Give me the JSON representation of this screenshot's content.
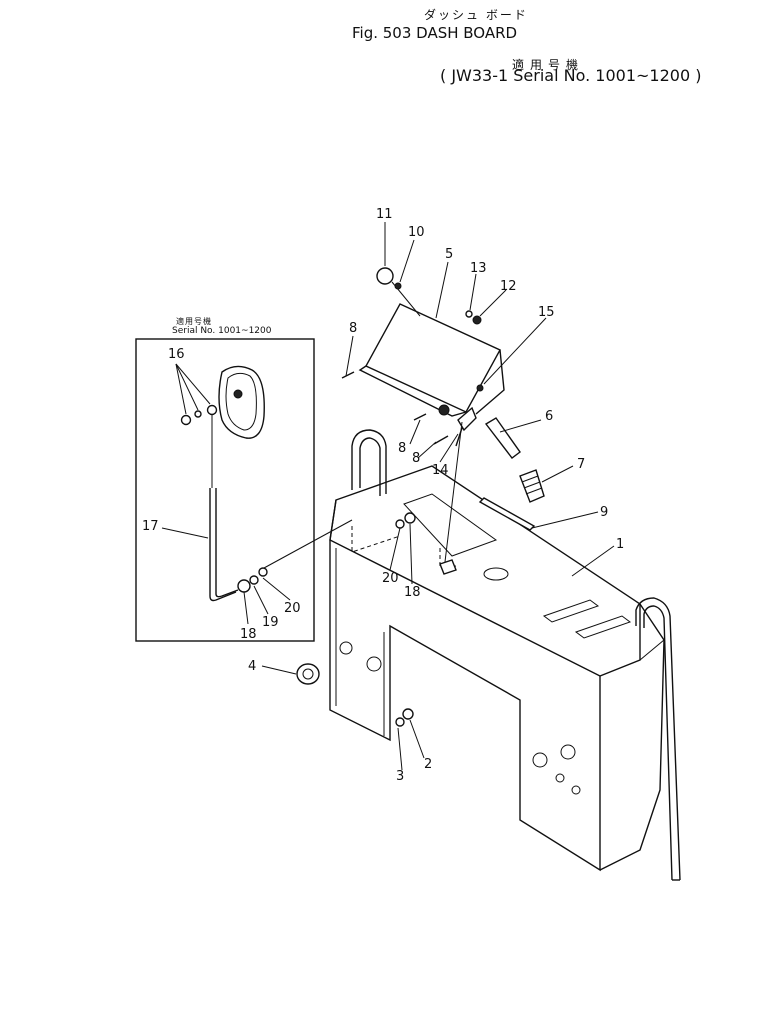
{
  "header": {
    "title_jp": "ダッシュ ボード",
    "title": "Fig. 503 DASH BOARD",
    "serial_jp": "適用号機",
    "serial": "( JW33-1 Serial No. 1001~1200 )"
  },
  "inset": {
    "serial_jp": "適用号機",
    "serial": "Serial No. 1001~1200"
  },
  "callouts": {
    "c1": "1",
    "c2": "2",
    "c3": "3",
    "c4": "4",
    "c5": "5",
    "c6": "6",
    "c7": "7",
    "c8a": "8",
    "c8b": "8",
    "c8c": "8",
    "c9": "9",
    "c10": "10",
    "c11": "11",
    "c12": "12",
    "c13": "13",
    "c14": "14",
    "c15": "15",
    "c16": "16",
    "c17": "17",
    "c18a": "18",
    "c18b": "18",
    "c19": "19",
    "c20a": "20",
    "c20b": "20"
  }
}
